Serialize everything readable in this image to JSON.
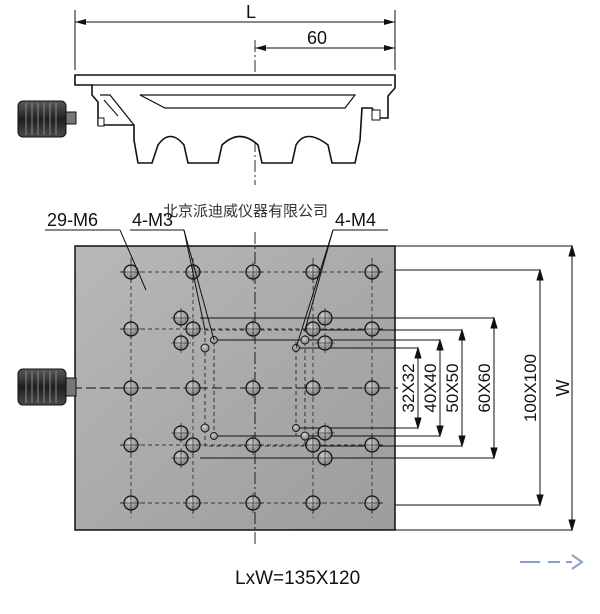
{
  "top_view": {
    "length_label": "L",
    "offset_label": "60"
  },
  "plan_view": {
    "label_m6": "29-M6",
    "label_m3": "4-M3",
    "label_m4": "4-M4",
    "watermark": "北京派迪威仪器有限公司",
    "dims": [
      "32X32",
      "40X40",
      "50X50",
      "60X60",
      "100X100"
    ],
    "width_label": "W"
  },
  "caption": "LxW=135X120",
  "colors": {
    "line": "#111111",
    "plate": "#a9a9a9",
    "knob": "#3a3a3a",
    "bg": "#ffffff"
  }
}
